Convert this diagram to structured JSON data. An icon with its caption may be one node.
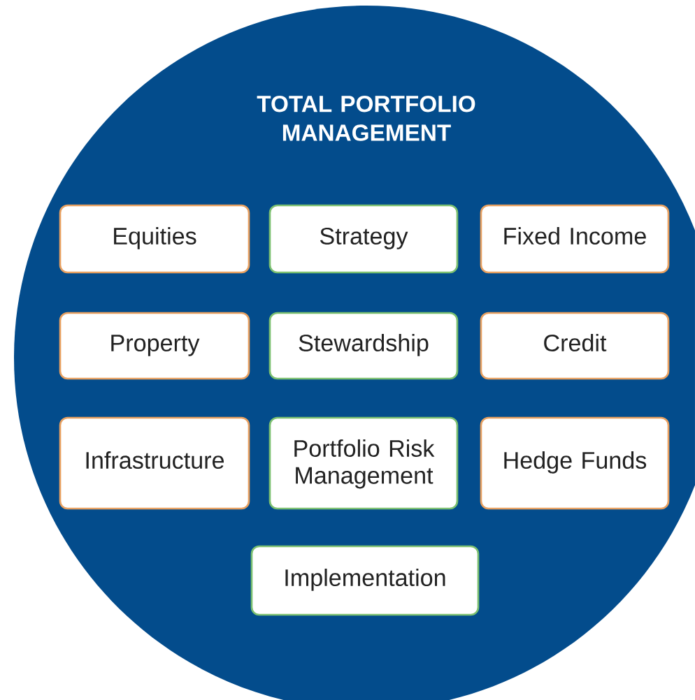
{
  "diagram": {
    "nodes": [
      {
        "text": [
          "TOTAL PORTFOLIO MANAGEMENT"
        ]
      },
      {
        "text": [
          "Equities"
        ],
        "in": 0
      },
      {
        "text": [
          "Strategy"
        ],
        "in": 0
      },
      {
        "text": [
          "Fixed Income"
        ],
        "in": 0
      },
      {
        "text": [
          "Property"
        ],
        "in": 0
      },
      {
        "text": [
          "Stewardship"
        ],
        "in": 0
      },
      {
        "text": [
          "Credit"
        ],
        "in": 0
      },
      {
        "text": [
          "Infrastructure"
        ],
        "in": 0
      },
      {
        "text": [
          "Portfolio Risk Management"
        ],
        "in": 0
      },
      {
        "text": [
          "Hedge Funds"
        ],
        "in": 0
      },
      {
        "text": [
          "Implementation"
        ],
        "in": 0
      }
    ]
  }
}
